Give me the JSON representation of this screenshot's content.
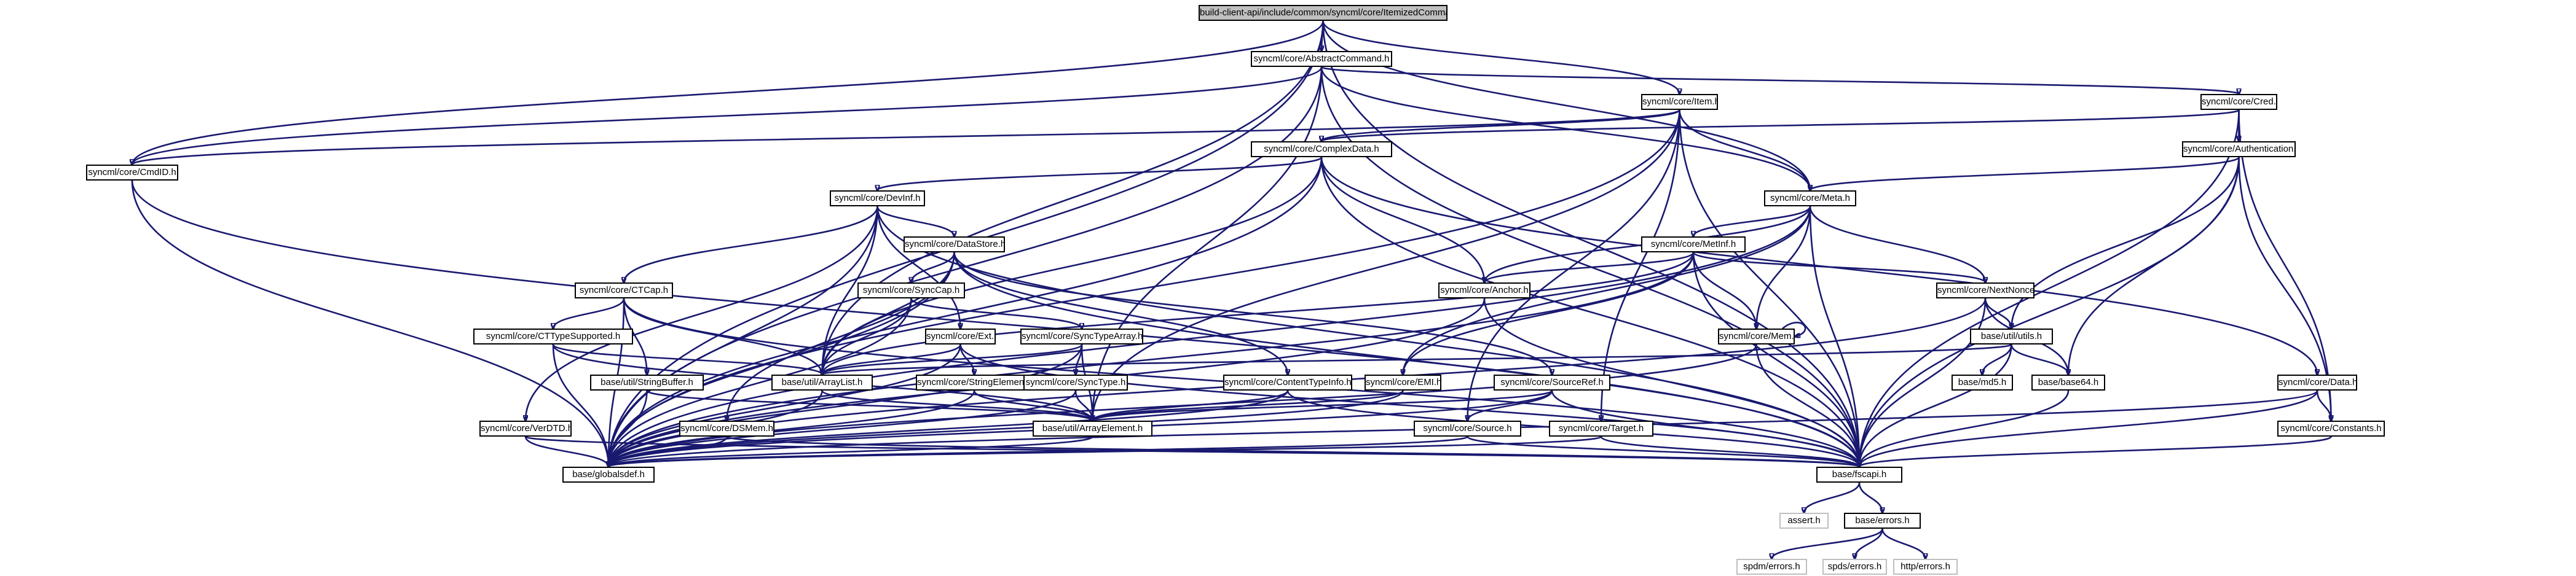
{
  "graph": {
    "root": "build-client-api/include/common/syncml/core/ItemizedCommand.h",
    "nodes": [
      {
        "id": "root",
        "label": "build-client-api/include/common/syncml/core/ItemizedCommand.h"
      },
      {
        "id": "abstractcommand",
        "label": "syncml/core/AbstractCommand.h"
      },
      {
        "id": "item",
        "label": "syncml/core/Item.h"
      },
      {
        "id": "cred",
        "label": "syncml/core/Cred.h"
      },
      {
        "id": "cmdid",
        "label": "syncml/core/CmdID.h"
      },
      {
        "id": "complexdata",
        "label": "syncml/core/ComplexData.h"
      },
      {
        "id": "authentication",
        "label": "syncml/core/Authentication.h"
      },
      {
        "id": "devinf",
        "label": "syncml/core/DevInf.h"
      },
      {
        "id": "meta",
        "label": "syncml/core/Meta.h"
      },
      {
        "id": "datastore",
        "label": "syncml/core/DataStore.h"
      },
      {
        "id": "metinf",
        "label": "syncml/core/MetInf.h"
      },
      {
        "id": "ctcap",
        "label": "syncml/core/CTCap.h"
      },
      {
        "id": "synccap",
        "label": "syncml/core/SyncCap.h"
      },
      {
        "id": "anchor",
        "label": "syncml/core/Anchor.h"
      },
      {
        "id": "nextnonce",
        "label": "syncml/core/NextNonce.h"
      },
      {
        "id": "ctypesupported",
        "label": "syncml/core/CTTypeSupported.h"
      },
      {
        "id": "ext",
        "label": "syncml/core/Ext.h"
      },
      {
        "id": "synctypearray",
        "label": "syncml/core/SyncTypeArray.h"
      },
      {
        "id": "mem",
        "label": "syncml/core/Mem.h"
      },
      {
        "id": "utils",
        "label": "base/util/utils.h"
      },
      {
        "id": "arraylist",
        "label": "base/util/ArrayList.h"
      },
      {
        "id": "stringbuffer",
        "label": "base/util/StringBuffer.h"
      },
      {
        "id": "stringelement",
        "label": "syncml/core/StringElement.h"
      },
      {
        "id": "synctype",
        "label": "syncml/core/SyncType.h"
      },
      {
        "id": "contenttypeinfo",
        "label": "syncml/core/ContentTypeInfo.h"
      },
      {
        "id": "emi",
        "label": "syncml/core/EMI.h"
      },
      {
        "id": "sourceref",
        "label": "syncml/core/SourceRef.h"
      },
      {
        "id": "md5",
        "label": "base/md5.h"
      },
      {
        "id": "base64",
        "label": "base/base64.h"
      },
      {
        "id": "data",
        "label": "syncml/core/Data.h"
      },
      {
        "id": "verdtd",
        "label": "syncml/core/VerDTD.h"
      },
      {
        "id": "dsmem",
        "label": "syncml/core/DSMem.h"
      },
      {
        "id": "arrayelement",
        "label": "base/util/ArrayElement.h"
      },
      {
        "id": "source",
        "label": "syncml/core/Source.h"
      },
      {
        "id": "target",
        "label": "syncml/core/Target.h"
      },
      {
        "id": "constants",
        "label": "syncml/core/Constants.h"
      },
      {
        "id": "globalsdef",
        "label": "base/globalsdef.h"
      },
      {
        "id": "fscapi",
        "label": "base/fscapi.h"
      },
      {
        "id": "assert",
        "label": "assert.h"
      },
      {
        "id": "errors",
        "label": "base/errors.h"
      },
      {
        "id": "spdmerrors",
        "label": "spdm/errors.h"
      },
      {
        "id": "spdserrors",
        "label": "spds/errors.h"
      },
      {
        "id": "httperrors",
        "label": "http/errors.h"
      }
    ],
    "edges": [
      [
        "root",
        "abstractcommand"
      ],
      [
        "root",
        "item"
      ],
      [
        "root",
        "meta"
      ],
      [
        "root",
        "cmdid"
      ],
      [
        "root",
        "globalsdef"
      ],
      [
        "root",
        "fscapi"
      ],
      [
        "root",
        "arraylist"
      ],
      [
        "abstractcommand",
        "cred"
      ],
      [
        "abstractcommand",
        "cmdid"
      ],
      [
        "abstractcommand",
        "meta"
      ],
      [
        "abstractcommand",
        "globalsdef"
      ],
      [
        "abstractcommand",
        "fscapi"
      ],
      [
        "abstractcommand",
        "arrayelement"
      ],
      [
        "item",
        "complexdata"
      ],
      [
        "item",
        "meta"
      ],
      [
        "item",
        "target"
      ],
      [
        "item",
        "source"
      ],
      [
        "item",
        "cmdid"
      ],
      [
        "item",
        "globalsdef"
      ],
      [
        "item",
        "fscapi"
      ],
      [
        "item",
        "arrayelement"
      ],
      [
        "cred",
        "authentication"
      ],
      [
        "cred",
        "complexdata"
      ],
      [
        "cred",
        "fscapi"
      ],
      [
        "cred",
        "constants"
      ],
      [
        "cmdid",
        "globalsdef"
      ],
      [
        "cmdid",
        "fscapi"
      ],
      [
        "complexdata",
        "devinf"
      ],
      [
        "complexdata",
        "anchor"
      ],
      [
        "complexdata",
        "data"
      ],
      [
        "complexdata",
        "arraylist"
      ],
      [
        "complexdata",
        "globalsdef"
      ],
      [
        "complexdata",
        "fscapi"
      ],
      [
        "authentication",
        "meta"
      ],
      [
        "authentication",
        "utils"
      ],
      [
        "authentication",
        "base64"
      ],
      [
        "authentication",
        "fscapi"
      ],
      [
        "authentication",
        "constants"
      ],
      [
        "devinf",
        "datastore"
      ],
      [
        "devinf",
        "ctcap"
      ],
      [
        "devinf",
        "ext"
      ],
      [
        "devinf",
        "verdtd"
      ],
      [
        "devinf",
        "arraylist"
      ],
      [
        "devinf",
        "globalsdef"
      ],
      [
        "devinf",
        "fscapi"
      ],
      [
        "meta",
        "metinf"
      ],
      [
        "meta",
        "anchor"
      ],
      [
        "meta",
        "nextnonce"
      ],
      [
        "meta",
        "mem"
      ],
      [
        "meta",
        "emi"
      ],
      [
        "meta",
        "globalsdef"
      ],
      [
        "meta",
        "fscapi"
      ],
      [
        "datastore",
        "synccap"
      ],
      [
        "datastore",
        "dsmem"
      ],
      [
        "datastore",
        "contenttypeinfo"
      ],
      [
        "datastore",
        "sourceref"
      ],
      [
        "datastore",
        "arraylist"
      ],
      [
        "datastore",
        "globalsdef"
      ],
      [
        "datastore",
        "fscapi"
      ],
      [
        "metinf",
        "anchor"
      ],
      [
        "metinf",
        "nextnonce"
      ],
      [
        "metinf",
        "mem"
      ],
      [
        "metinf",
        "emi"
      ],
      [
        "metinf",
        "arraylist"
      ],
      [
        "metinf",
        "globalsdef"
      ],
      [
        "metinf",
        "fscapi"
      ],
      [
        "ctcap",
        "ctypesupported"
      ],
      [
        "ctcap",
        "stringbuffer"
      ],
      [
        "ctcap",
        "arraylist"
      ],
      [
        "ctcap",
        "globalsdef"
      ],
      [
        "ctcap",
        "fscapi"
      ],
      [
        "synccap",
        "synctypearray"
      ],
      [
        "synccap",
        "arraylist"
      ],
      [
        "synccap",
        "globalsdef"
      ],
      [
        "anchor",
        "globalsdef"
      ],
      [
        "anchor",
        "fscapi"
      ],
      [
        "nextnonce",
        "utils"
      ],
      [
        "nextnonce",
        "base64"
      ],
      [
        "nextnonce",
        "globalsdef"
      ],
      [
        "nextnonce",
        "fscapi"
      ],
      [
        "ctypesupported",
        "arraylist"
      ],
      [
        "ctypesupported",
        "arrayelement"
      ],
      [
        "ctypesupported",
        "globalsdef"
      ],
      [
        "ext",
        "stringelement"
      ],
      [
        "ext",
        "arraylist"
      ],
      [
        "ext",
        "globalsdef"
      ],
      [
        "ext",
        "fscapi"
      ],
      [
        "synctypearray",
        "synctype"
      ],
      [
        "synctypearray",
        "arraylist"
      ],
      [
        "synctypearray",
        "arrayelement"
      ],
      [
        "synctypearray",
        "globalsdef"
      ],
      [
        "mem",
        "mem"
      ],
      [
        "mem",
        "globalsdef"
      ],
      [
        "mem",
        "fscapi"
      ],
      [
        "utils",
        "arraylist"
      ],
      [
        "utils",
        "md5"
      ],
      [
        "utils",
        "base64"
      ],
      [
        "utils",
        "fscapi"
      ],
      [
        "arraylist",
        "arrayelement"
      ],
      [
        "arraylist",
        "globalsdef"
      ],
      [
        "stringbuffer",
        "arrayelement"
      ],
      [
        "stringbuffer",
        "globalsdef"
      ],
      [
        "stringelement",
        "arrayelement"
      ],
      [
        "stringelement",
        "globalsdef"
      ],
      [
        "synctype",
        "arrayelement"
      ],
      [
        "synctype",
        "globalsdef"
      ],
      [
        "contenttypeinfo",
        "arrayelement"
      ],
      [
        "contenttypeinfo",
        "globalsdef"
      ],
      [
        "contenttypeinfo",
        "fscapi"
      ],
      [
        "emi",
        "arrayelement"
      ],
      [
        "emi",
        "globalsdef"
      ],
      [
        "sourceref",
        "source"
      ],
      [
        "sourceref",
        "arrayelement"
      ],
      [
        "sourceref",
        "globalsdef"
      ],
      [
        "sourceref",
        "fscapi"
      ],
      [
        "base64",
        "fscapi"
      ],
      [
        "data",
        "constants"
      ],
      [
        "data",
        "globalsdef"
      ],
      [
        "data",
        "fscapi"
      ],
      [
        "verdtd",
        "globalsdef"
      ],
      [
        "verdtd",
        "fscapi"
      ],
      [
        "dsmem",
        "globalsdef"
      ],
      [
        "dsmem",
        "fscapi"
      ],
      [
        "arrayelement",
        "globalsdef"
      ],
      [
        "source",
        "globalsdef"
      ],
      [
        "source",
        "fscapi"
      ],
      [
        "target",
        "globalsdef"
      ],
      [
        "target",
        "fscapi"
      ],
      [
        "constants",
        "fscapi"
      ],
      [
        "fscapi",
        "assert"
      ],
      [
        "fscapi",
        "errors"
      ],
      [
        "errors",
        "spdmerrors"
      ],
      [
        "errors",
        "spdserrors"
      ],
      [
        "errors",
        "httperrors"
      ]
    ]
  }
}
